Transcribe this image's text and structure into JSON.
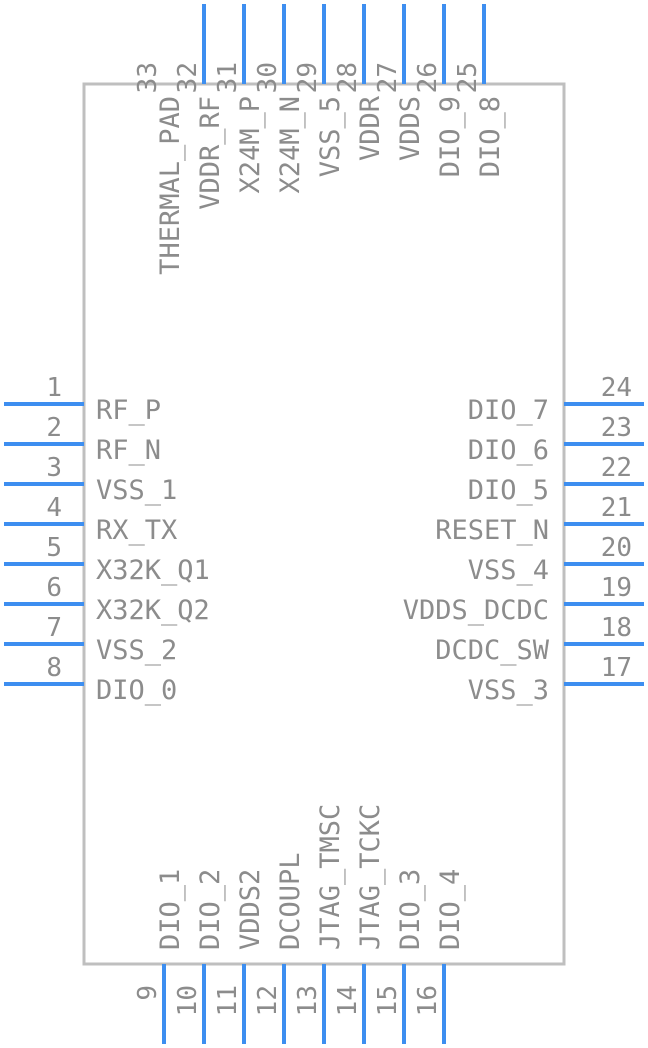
{
  "component": {
    "left_pins": [
      {
        "num": "1",
        "name": "RF_P"
      },
      {
        "num": "2",
        "name": "RF_N"
      },
      {
        "num": "3",
        "name": "VSS_1"
      },
      {
        "num": "4",
        "name": "RX_TX"
      },
      {
        "num": "5",
        "name": "X32K_Q1"
      },
      {
        "num": "6",
        "name": "X32K_Q2"
      },
      {
        "num": "7",
        "name": "VSS_2"
      },
      {
        "num": "8",
        "name": "DIO_0"
      }
    ],
    "bottom_pins": [
      {
        "num": "9",
        "name": "DIO_1"
      },
      {
        "num": "10",
        "name": "DIO_2"
      },
      {
        "num": "11",
        "name": "VDDS2"
      },
      {
        "num": "12",
        "name": "DCOUPL"
      },
      {
        "num": "13",
        "name": "JTAG_TMSC"
      },
      {
        "num": "14",
        "name": "JTAG_TCKC"
      },
      {
        "num": "15",
        "name": "DIO_3"
      },
      {
        "num": "16",
        "name": "DIO_4"
      }
    ],
    "right_pins": [
      {
        "num": "17",
        "name": "VSS_3"
      },
      {
        "num": "18",
        "name": "DCDC_SW"
      },
      {
        "num": "19",
        "name": "VDDS_DCDC"
      },
      {
        "num": "20",
        "name": "VSS_4"
      },
      {
        "num": "21",
        "name": "RESET_N"
      },
      {
        "num": "22",
        "name": "DIO_5"
      },
      {
        "num": "23",
        "name": "DIO_6"
      },
      {
        "num": "24",
        "name": "DIO_7"
      }
    ],
    "top_pins": [
      {
        "num": "25",
        "name": "DIO_8"
      },
      {
        "num": "26",
        "name": "DIO_9"
      },
      {
        "num": "27",
        "name": "VDDS"
      },
      {
        "num": "28",
        "name": "VDDR"
      },
      {
        "num": "29",
        "name": "VSS_5"
      },
      {
        "num": "30",
        "name": "X24M_N"
      },
      {
        "num": "31",
        "name": "X24M_P"
      },
      {
        "num": "32",
        "name": "VDDR_RF"
      },
      {
        "num": "33",
        "name": "THERMAL_PAD"
      }
    ]
  },
  "colors": {
    "pin": "#3d8ef0",
    "body": "#bfbfbf",
    "text": "#8c8c8c"
  }
}
